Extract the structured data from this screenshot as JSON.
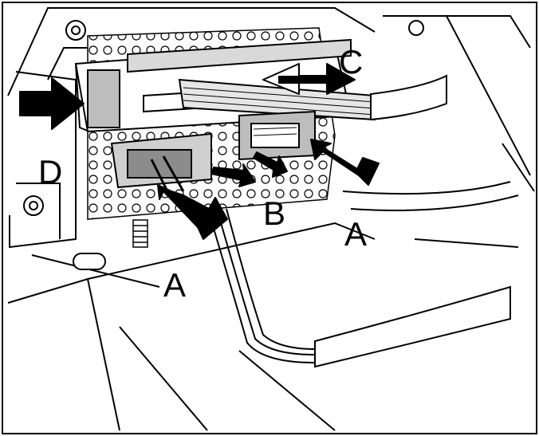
{
  "labels": {
    "a_left": "A",
    "a_right": "A",
    "b": "B",
    "c": "C",
    "d": "D"
  },
  "colors": {
    "ink": "#000000",
    "paper": "#ffffff",
    "frame": "#000000"
  }
}
